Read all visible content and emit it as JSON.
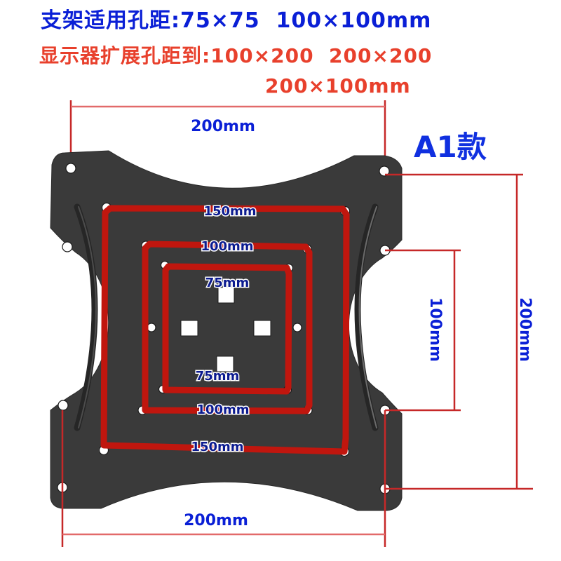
{
  "header": {
    "line1": "支架适用孔距:75×75  100×100mm",
    "line2": "显示器扩展孔距到:100×200  200×200",
    "line3": "200×100mm"
  },
  "variant_label": "A1款",
  "dimensions": {
    "top_width": "200mm",
    "bottom_width": "200mm",
    "right_outer_height": "200mm",
    "right_inner_height": "100mm",
    "square_150_top": "150mm",
    "square_150_bottom": "150mm",
    "square_100_top": "100mm",
    "square_100_bottom": "100mm",
    "square_75_top": "75mm",
    "square_75_bottom": "75mm"
  },
  "colors": {
    "title_blue": "#0a1fd6",
    "title_red": "#e8402c",
    "plate": "#3a3a3a",
    "marking_red": "#c0160e",
    "dimension_line": "#d23a3a",
    "label_navy": "#0b1a8f"
  }
}
